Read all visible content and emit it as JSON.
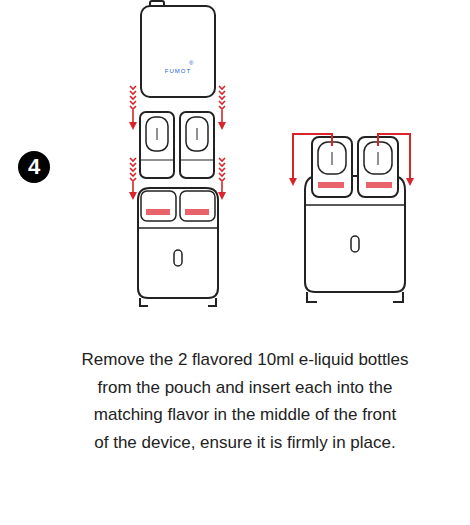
{
  "diagram": {
    "caption": "Remove the 2 flavored 10ml e-liquid bottles from the pouch and insert each into the matching flavor in the middle of the front of the device, ensure it is firmly in place.",
    "nodes": [
      {
        "text": [
          "4"
        ]
      },
      {
        "text": [
          "FUMOT"
        ]
      }
    ],
    "labels": [
      "®"
    ]
  }
}
